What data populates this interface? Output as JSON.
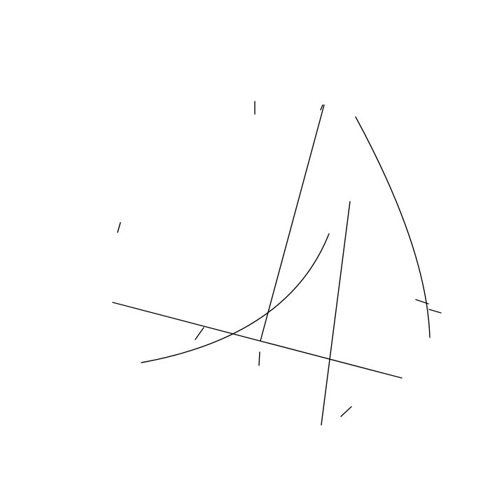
{
  "canvas": {
    "background": "#ffffff"
  },
  "colors": {
    "stroke": "#000000"
  },
  "diagram": {
    "description_free": true,
    "strokes": [
      {
        "name": "long-diagonal-line"
      },
      {
        "name": "left-curve"
      },
      {
        "name": "tall-left-line"
      },
      {
        "name": "tall-right-line"
      },
      {
        "name": "right-arc"
      }
    ],
    "tick_marks": [
      {
        "name": "tick-top"
      },
      {
        "name": "tick-left"
      },
      {
        "name": "tick-lower-left"
      },
      {
        "name": "tick-center-bottom"
      },
      {
        "name": "tick-bottom-right"
      },
      {
        "name": "tick-right-1"
      },
      {
        "name": "tick-right-2"
      },
      {
        "name": "tick-top-right-hook"
      }
    ]
  }
}
